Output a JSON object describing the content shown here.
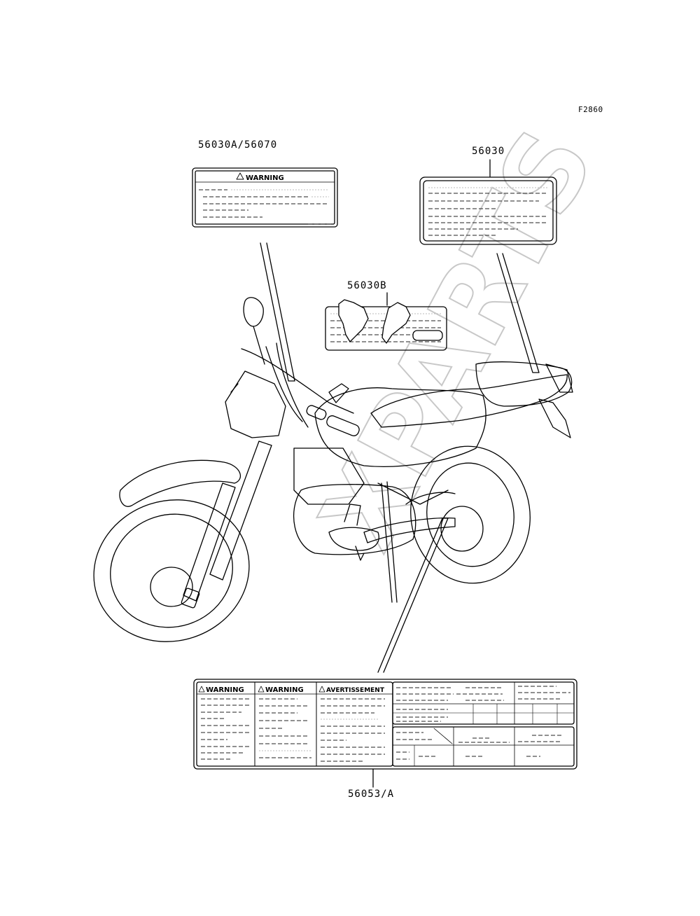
{
  "figure_code": "F2860",
  "callouts": {
    "warning_label_left": "56030A/56070",
    "label_right": "56030",
    "label_center": "56030B",
    "label_bottom": "56053/A"
  },
  "labels": {
    "warning": "WARNING",
    "avertissement": "AVERTISSEMENT"
  },
  "watermark": "XPARTS"
}
